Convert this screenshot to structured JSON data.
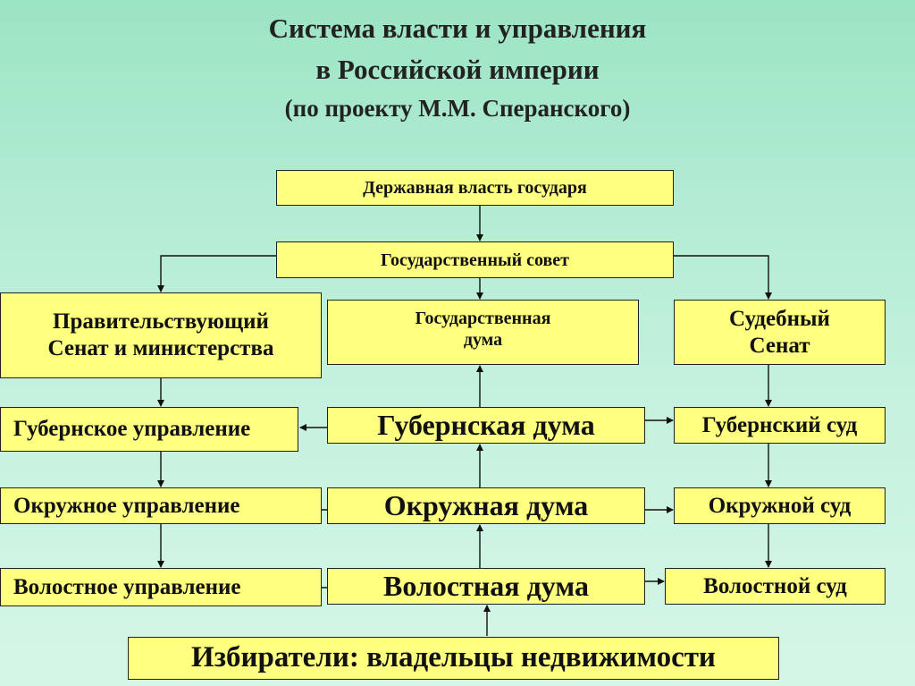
{
  "title": {
    "line1": "Система власти и управления",
    "line2": "в Российской империи",
    "line3": "(по проекту М.М. Сперанского)"
  },
  "boxes": {
    "sovereign": "Державная власть государя",
    "council": "Государственный совет",
    "senate_line1": "Правительствующий",
    "senate_line2": "Сенат и министерства",
    "duma_line1": "Государственная",
    "duma_line2": "дума",
    "judicial_line1": "Судебный",
    "judicial_line2": "Сенат",
    "provincial_admin": "Губернское управление",
    "provincial_duma": "Губернская дума",
    "provincial_court": "Губернский суд",
    "district_admin": "Окружное управление",
    "district_duma": "Окружная дума",
    "district_court": "Окружной суд",
    "volost_admin": "Волостное управление",
    "volost_duma": "Волостная дума",
    "volost_court": "Волостной суд",
    "electors": "Избиратели: владельцы недвижимости"
  },
  "colors": {
    "box_fill": "#ffff80",
    "border": "#222222",
    "background": "#b3ecd3"
  }
}
